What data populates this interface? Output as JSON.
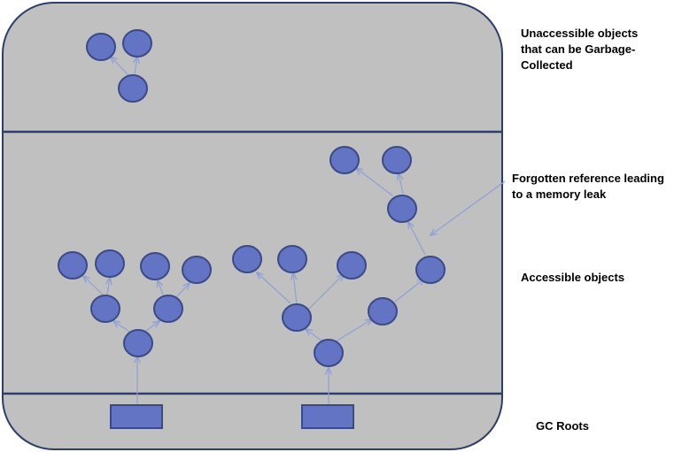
{
  "labels": {
    "unaccessible": "Unaccessible objects that can be Garbage-Collected",
    "forgotten": "Forgotten reference leading to a memory leak",
    "accessible": "Accessible objects",
    "roots": "GC Roots"
  },
  "colors": {
    "container_fill": "#c0c0c0",
    "border": "#2e3e6a",
    "node_fill": "#6474c4",
    "node_stroke": "#3a4a86",
    "edge": "#8ea0d6"
  }
}
